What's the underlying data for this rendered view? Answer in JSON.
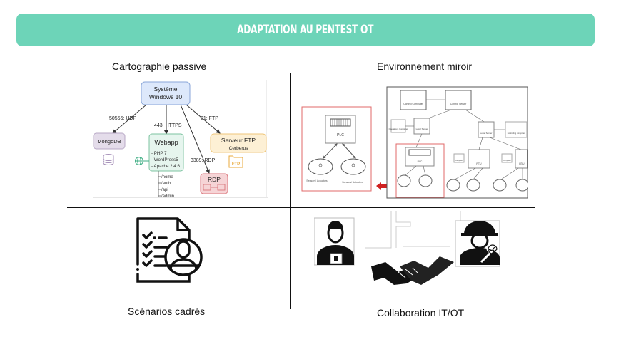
{
  "banner": {
    "title": "ADAPTATION AU PENTEST OT",
    "color": "#6dd4b8"
  },
  "sections": {
    "cartography": {
      "title": "Cartographie passive",
      "diagram": {
        "root": {
          "line1": "Système",
          "line2": "Windows 10"
        },
        "edges": [
          {
            "label": "50555: UDP",
            "target": "MongoDB"
          },
          {
            "label": "443: HTTPS",
            "target": "Webapp"
          },
          {
            "label": "21: FTP",
            "target": "Serveur FTP"
          },
          {
            "label": "3389: RDP",
            "target": "RDP"
          }
        ],
        "mongodb": {
          "label": "MongoDB"
        },
        "webapp": {
          "label": "Webapp",
          "items": [
            "- PHP 7",
            "- WordPress5",
            "- Apache 2.4.6"
          ],
          "paths": [
            "/home",
            "/auth",
            "/api",
            "/admin"
          ]
        },
        "ftp": {
          "line1": "Serveur FTP",
          "line2": "Cerberus",
          "badge": "FTP"
        },
        "rdp": {
          "label": "RDP"
        }
      }
    },
    "mirror": {
      "title": "Environnement miroir",
      "diagram": {
        "zoom_plc": {
          "label": "PLC",
          "sensors": [
            "Sensors/ Actuators",
            "Sensors/ Actuators"
          ]
        },
        "control_computer": "Control Computer",
        "control_server": "Control Server",
        "local_server_left": "Local Server",
        "local_server_right": "Local Server",
        "operations_computer": "Operations Computer",
        "controlling_computer": "Controlling Computer",
        "plc": "PLC",
        "rtu_left": "RTU",
        "rtu_right": "RTU",
        "hmi_left": "Computer",
        "hmi_right": "Computer",
        "sensor_label": "Sensors/ Actuators"
      }
    },
    "scenarios": {
      "title": "Scénarios cadrés",
      "icon": "checklist-user-icon"
    },
    "collaboration": {
      "title": "Collaboration IT/OT",
      "icons": [
        "it-engineer-icon",
        "handshake-icon",
        "ot-engineer-icon"
      ]
    }
  }
}
